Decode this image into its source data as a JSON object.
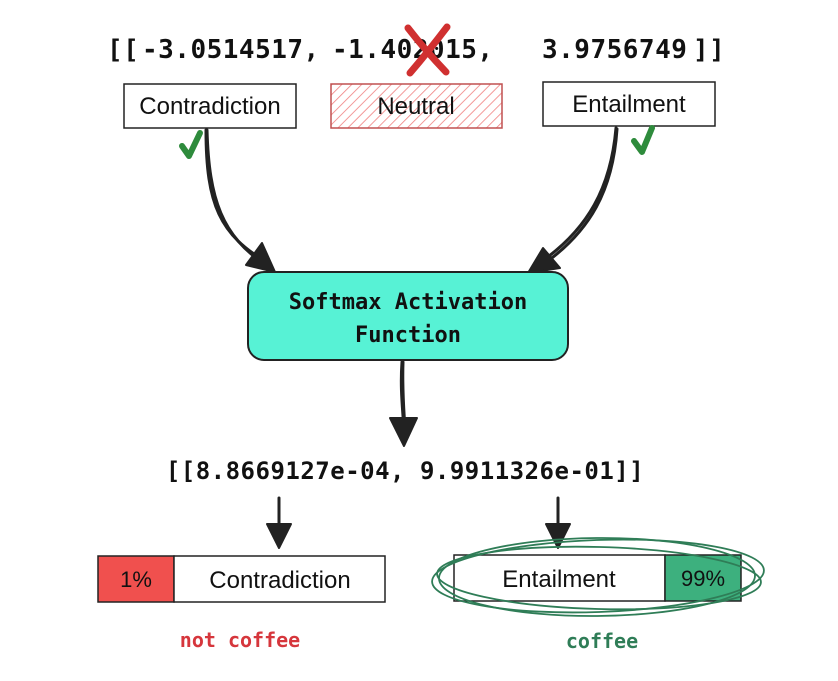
{
  "logits": {
    "open": "[[",
    "values": [
      "-3.0514517,",
      "-1.402015,",
      "3.9756749"
    ],
    "close": "]]"
  },
  "classes": {
    "contradiction": "Contradiction",
    "neutral": "Neutral",
    "entailment": "Entailment"
  },
  "softmax": {
    "line1": "Softmax Activation",
    "line2": "Function"
  },
  "probabilities": {
    "text": "[[8.8669127e-04, 9.9911326e-01]]"
  },
  "results": {
    "contradiction": {
      "percent": "1%",
      "label": "Contradiction",
      "tag": "not coffee",
      "level": 1
    },
    "entailment": {
      "percent": "99%",
      "label": "Entailment",
      "tag": "coffee",
      "level": 99
    }
  },
  "colors": {
    "softmax_fill": "#57f2d5",
    "contradiction_pct_fill": "#f0504e",
    "entailment_pct_fill": "#3db07e",
    "not_coffee_text": "#d6363c",
    "coffee_text": "#2f7d57",
    "check_green": "#2e8b3c",
    "cross_red": "#d03030",
    "hatch_red": "#f08080",
    "ellipse_green": "#2f7d57"
  },
  "icons": {
    "checkmark": "check-icon",
    "cross": "cross-icon",
    "arrow": "arrow-icon"
  }
}
